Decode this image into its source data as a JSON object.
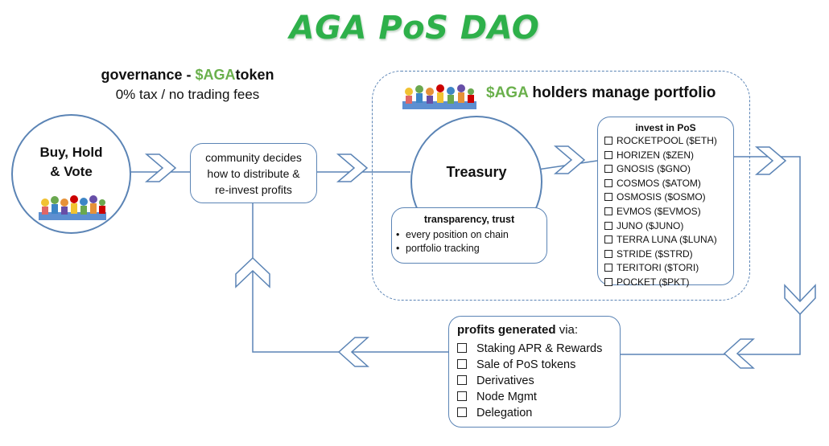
{
  "title": "AGA PoS DAO",
  "governance": {
    "prefix": "governance - ",
    "token_symbol": "$AGA",
    "token_suffix": "token",
    "fees": "0% tax / no trading fees"
  },
  "buy_node": {
    "line1": "Buy, Hold",
    "line2": "& Vote"
  },
  "community_node": {
    "line1": "community decides",
    "line2": "how to distribute &",
    "line3": "re-invest profits"
  },
  "portfolio": {
    "symbol": "$AGA",
    "heading": " holders manage portfolio"
  },
  "treasury": {
    "label": "Treasury",
    "transparency_title": "transparency, trust",
    "transparency_items": [
      "every position on chain",
      "portfolio tracking"
    ]
  },
  "invest": {
    "title": "invest in PoS",
    "items": [
      "ROCKETPOOL ($ETH)",
      "HORIZEN ($ZEN)",
      "GNOSIS ($GNO)",
      "COSMOS ($ATOM)",
      "OSMOSIS ($OSMO)",
      "EVMOS ($EVMOS)",
      "JUNO ($JUNO)",
      "TERRA LUNA ($LUNA)",
      "STRIDE ($STRD)",
      "TERITORI ($TORI)",
      "POCKET ($PKT)"
    ]
  },
  "profits": {
    "title_bold": "profits generated",
    "title_rest": " via:",
    "items": [
      "Staking APR & Rewards",
      "Sale of PoS tokens",
      "Derivatives",
      "Node Mgmt",
      "Delegation"
    ]
  },
  "colors": {
    "title_green": "#2eb04a",
    "token_green": "#6ab04c",
    "line_blue": "#5b84b5"
  }
}
